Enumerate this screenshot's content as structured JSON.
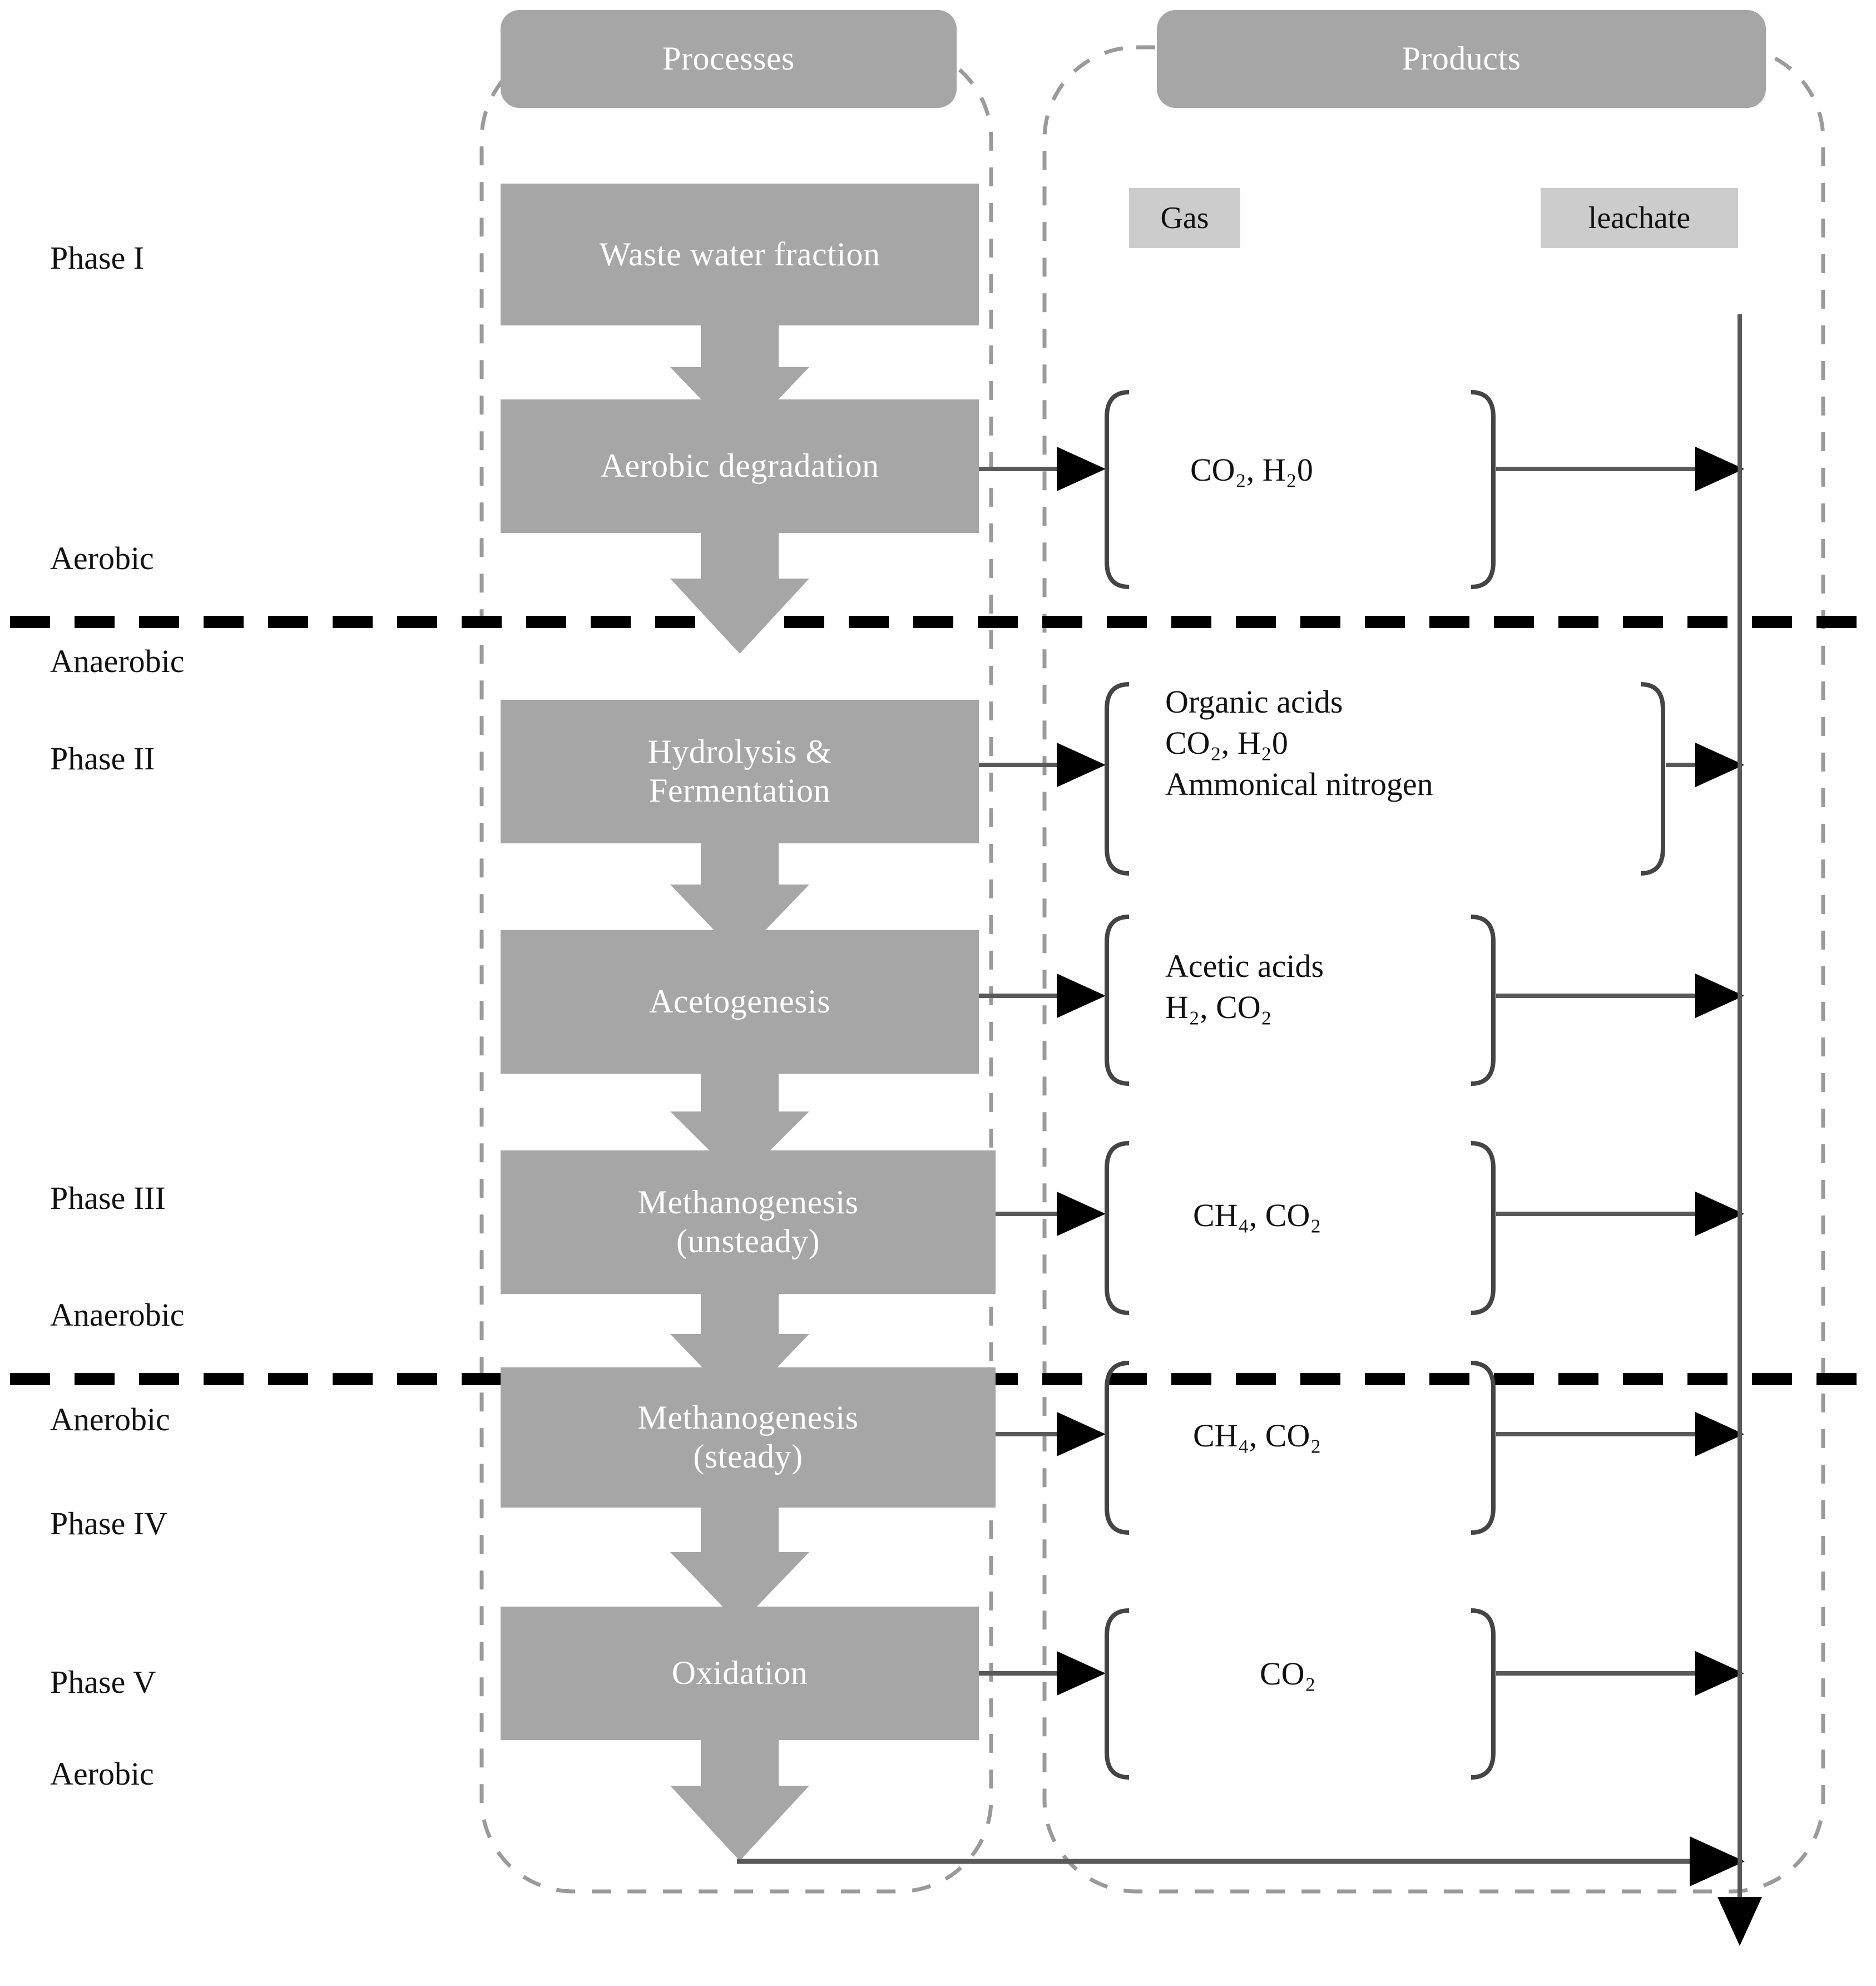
{
  "headers": {
    "processes": "Processes",
    "products": "Products"
  },
  "product_tags": {
    "gas": "Gas",
    "leachate": "leachate"
  },
  "phase_labels": [
    {
      "key": "phase-1",
      "text": "Phase I"
    },
    {
      "key": "aerobic-1",
      "text": "Aerobic"
    },
    {
      "key": "anaerobic-1",
      "text": "Anaerobic"
    },
    {
      "key": "phase-2",
      "text": "Phase II"
    },
    {
      "key": "phase-3",
      "text": "Phase III"
    },
    {
      "key": "anaerobic-2",
      "text": "Anaerobic"
    },
    {
      "key": "anerobic-3",
      "text": "Anerobic"
    },
    {
      "key": "phase-4",
      "text": "Phase IV"
    },
    {
      "key": "phase-5",
      "text": "Phase V"
    },
    {
      "key": "aerobic-2",
      "text": "Aerobic"
    }
  ],
  "processes": [
    {
      "key": "waste-water-fraction",
      "line1": "Waste water fraction",
      "line2": ""
    },
    {
      "key": "aerobic-degradation",
      "line1": "Aerobic degradation",
      "line2": ""
    },
    {
      "key": "hydrolysis-fermentation",
      "line1": "Hydrolysis &",
      "line2": "Fermentation"
    },
    {
      "key": "acetogenesis",
      "line1": "Acetogenesis",
      "line2": ""
    },
    {
      "key": "methanogenesis-unsteady",
      "line1": "Methanogenesis",
      "line2": "(unsteady)"
    },
    {
      "key": "methanogenesis-steady",
      "line1": "Methanogenesis",
      "line2": "(steady)"
    },
    {
      "key": "oxidation",
      "line1": "Oxidation",
      "line2": ""
    }
  ],
  "products": [
    {
      "key": "product-phase-1",
      "lines": [
        "CO₂, H₂0"
      ]
    },
    {
      "key": "product-phase-2",
      "lines": [
        "Organic acids",
        "CO₂, H₂0",
        "Ammonical nitrogen"
      ]
    },
    {
      "key": "product-acetogenesis",
      "lines": [
        "Acetic acids",
        "H₂, CO₂"
      ]
    },
    {
      "key": "product-methanogenesis-unsteady",
      "lines": [
        "CH₄, CO₂"
      ]
    },
    {
      "key": "product-methanogenesis-steady",
      "lines": [
        "CH₄, CO₂"
      ]
    },
    {
      "key": "product-oxidation",
      "lines": [
        "CO₂"
      ]
    }
  ],
  "colors": {
    "box_fill": "#a6a6a6",
    "tag_fill": "#cccccc",
    "box_text": "#ffffff",
    "label_text": "#111111",
    "divider": "#000000",
    "dashed_group": "#999999",
    "connector": "#595959"
  }
}
